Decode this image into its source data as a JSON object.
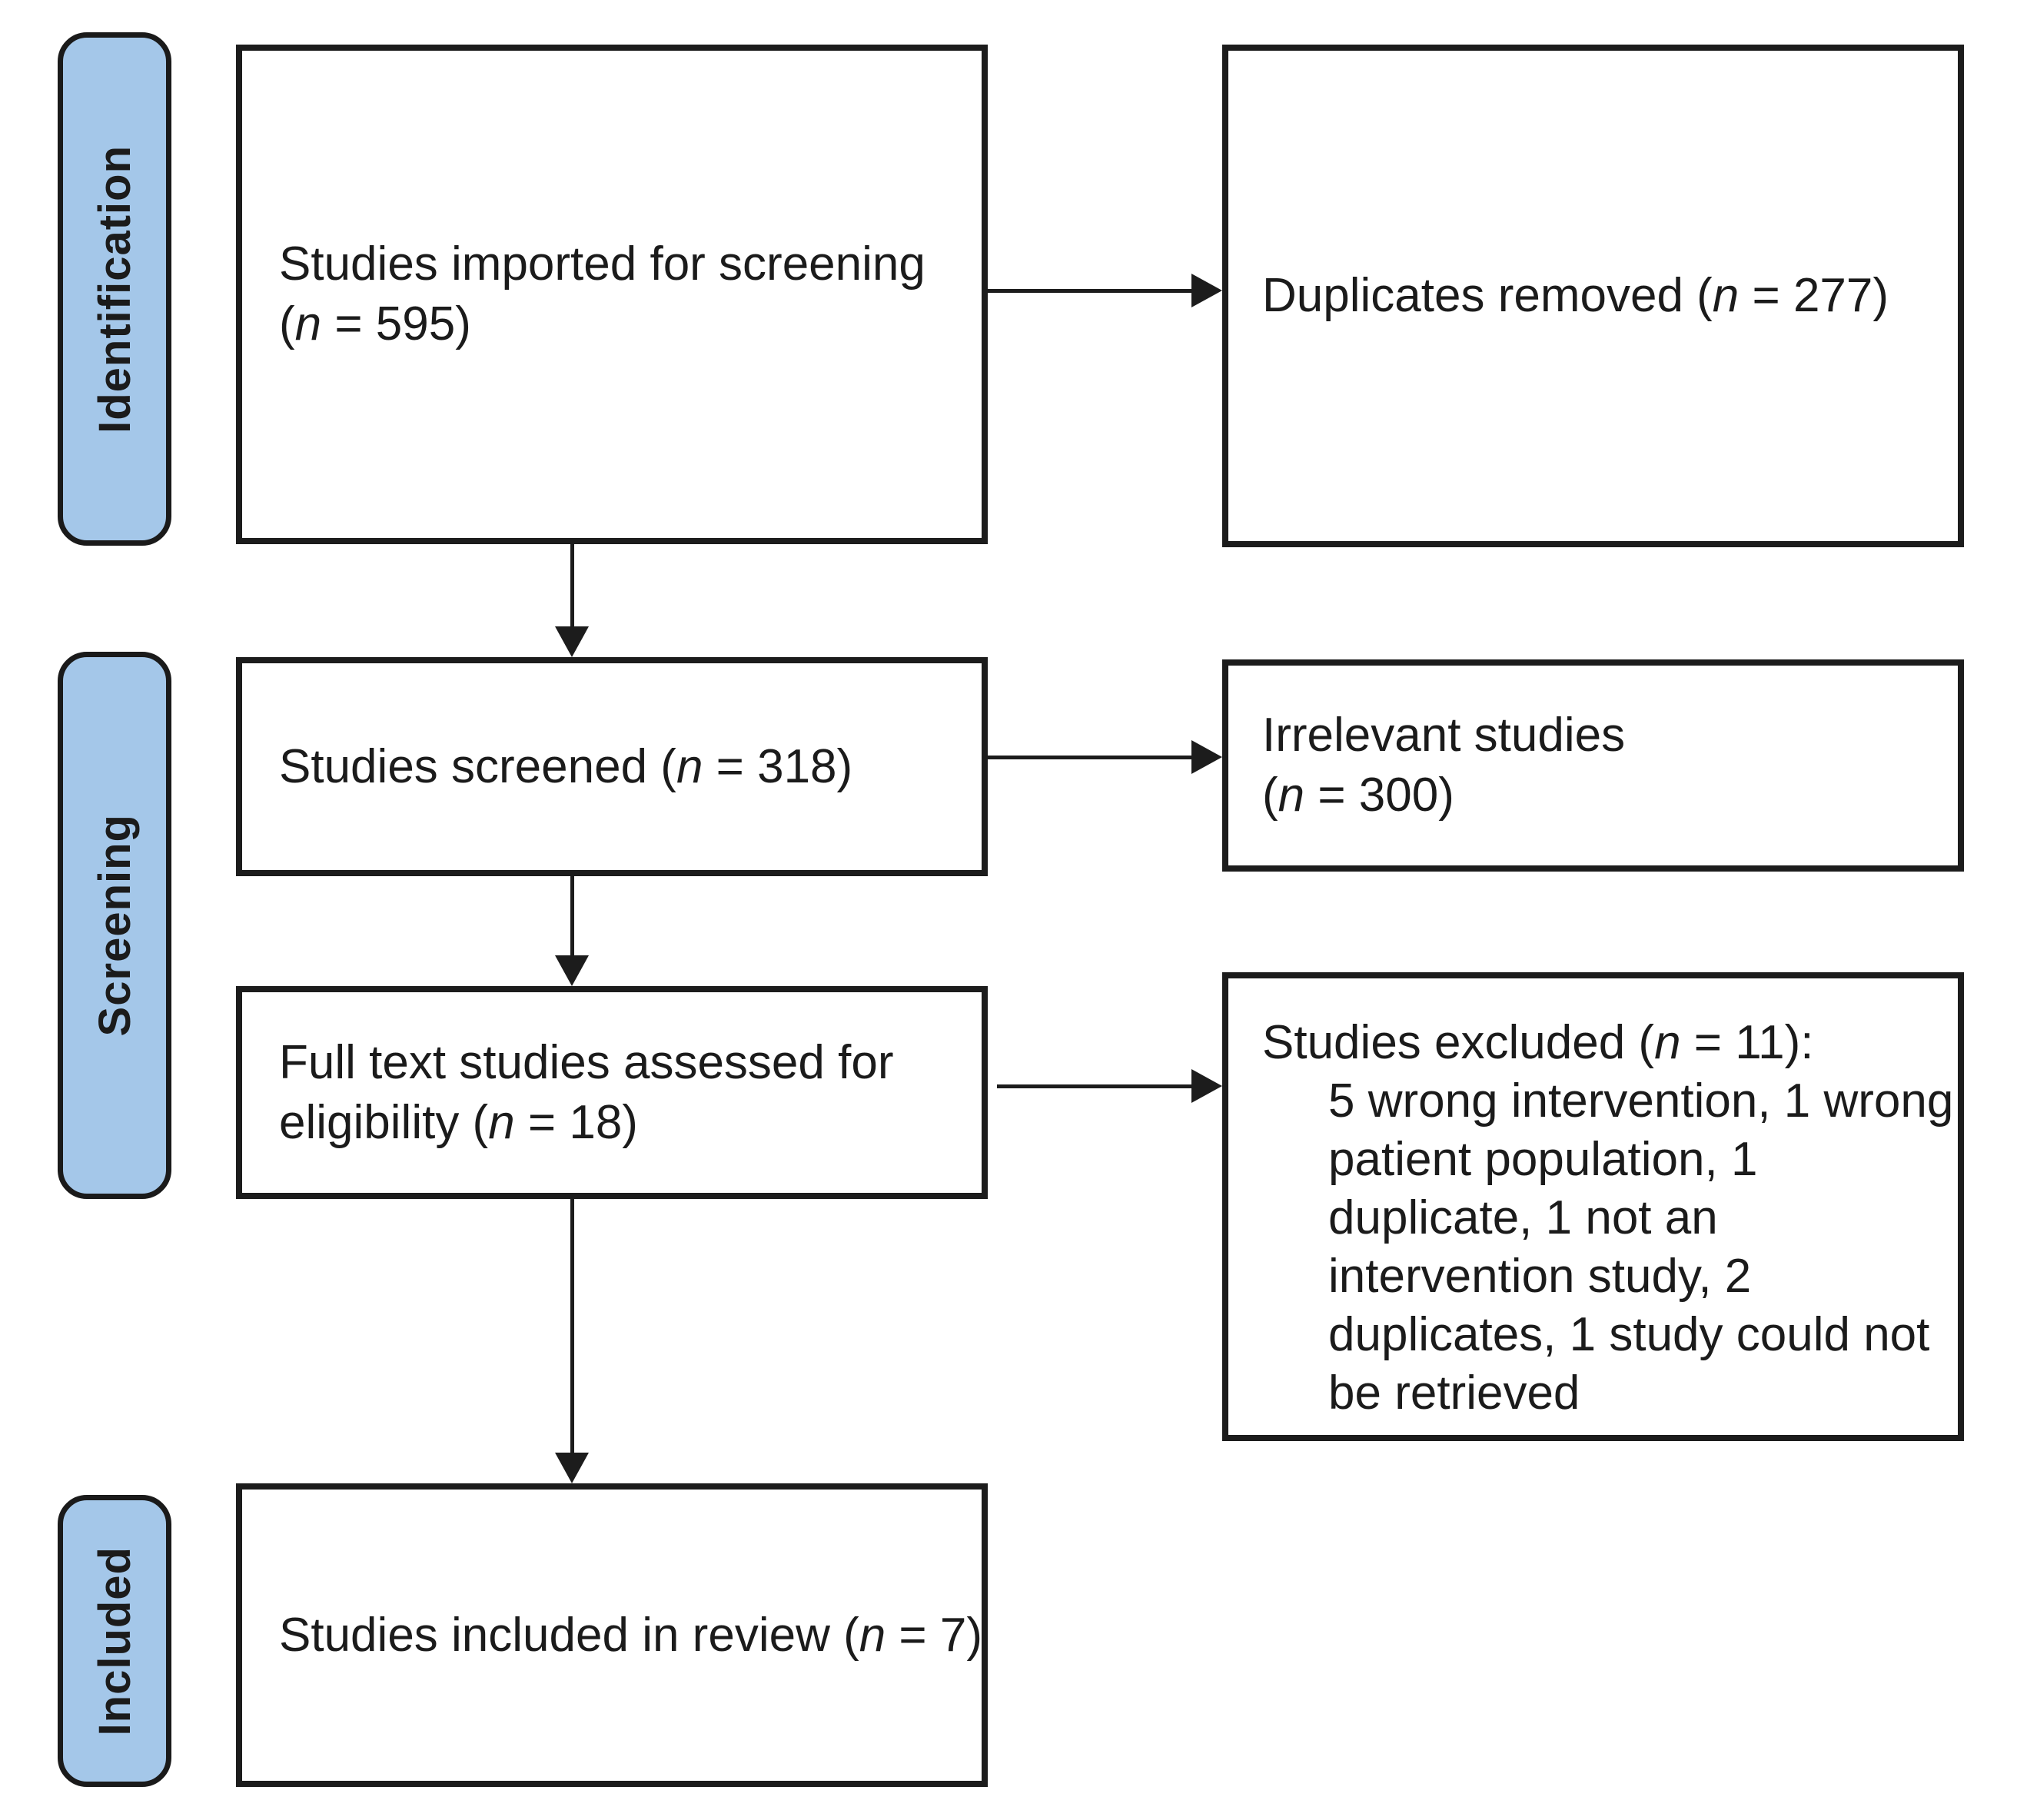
{
  "diagram": {
    "kind": "PRISMA systematic review flow diagram",
    "colors": {
      "stage_fill": "#A4C7E9",
      "stage_border": "#1a1a1a",
      "box_border": "#1c1c1c",
      "text": "#1b1b1b",
      "arrow": "#1c1c1c",
      "background": "#ffffff"
    },
    "stages": {
      "identification": {
        "label": "Identification"
      },
      "screening": {
        "label": "Screening"
      },
      "included": {
        "label": "Included"
      }
    },
    "boxes": {
      "imported": {
        "line1": "Studies imported for screening",
        "line2": "(n = 595)",
        "n": 595
      },
      "duplicates_removed": {
        "line1": "Duplicates removed (n = 277)",
        "n": 277
      },
      "screened": {
        "line1": "Studies screened (n = 318)",
        "n": 318
      },
      "irrelevant": {
        "line1": "Irrelevant studies",
        "line2": "(n = 300)",
        "n": 300
      },
      "fulltext": {
        "line1": "Full text studies assessed for",
        "line2": "eligibility (n = 18)",
        "n": 18
      },
      "excluded": {
        "title": "Studies excluded (n = 11):",
        "n": 11,
        "detail_line1": "5 wrong intervention, 1 wrong",
        "detail_line2": "patient population, 1",
        "detail_line3": "duplicate, 1 not an",
        "detail_line4": "intervention study, 2",
        "detail_line5": "duplicates, 1 study could not",
        "detail_line6": "be retrieved"
      },
      "included_review": {
        "line1": "Studies included in review (n = 7)",
        "n": 7
      }
    }
  }
}
